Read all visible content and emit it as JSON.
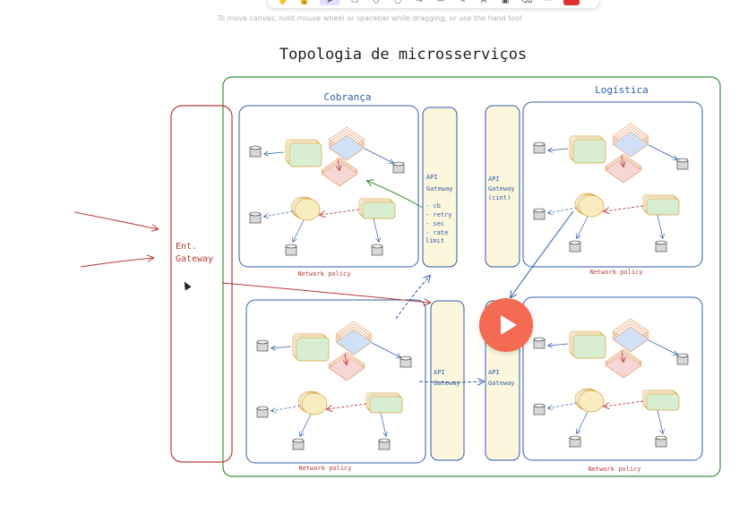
{
  "toolbar": {
    "tools": [
      "hand-tool",
      "lock-tool",
      "selection-tool",
      "rectangle-tool",
      "diamond-tool",
      "ellipse-tool",
      "arrow-tool",
      "line-tool",
      "draw-tool",
      "text-tool",
      "image-tool",
      "eraser-tool",
      "extra-tools",
      "color-swatch"
    ]
  },
  "hint": "To move canvas, hold mouse wheel or spacebar while dragging, or use the hand tool",
  "diagram": {
    "title": "Topologia de microsserviços",
    "gateway_label": [
      "Ent.",
      "Gateway"
    ],
    "quadrants": [
      {
        "name": "Cobrança",
        "policy": "Network policy"
      },
      {
        "name": "Logística",
        "policy": "Network policy"
      },
      {
        "name": "",
        "policy": "Network policy"
      },
      {
        "name": "",
        "policy": "Network policy"
      }
    ],
    "api_gateways": [
      {
        "label": [
          "API",
          "Gateway"
        ],
        "notes": [
          "- cb",
          "- retry",
          "- sec",
          "- rate",
          "  limit"
        ]
      },
      {
        "label": [
          "API",
          "Gateway",
          "(cint)"
        ],
        "notes": []
      },
      {
        "label": [
          "API",
          "Gateway"
        ],
        "notes": []
      },
      {
        "label": [
          "API",
          "Gateway"
        ],
        "notes": []
      }
    ]
  },
  "colors": {
    "green": "#3d8f3d",
    "red": "#b93a3a",
    "blue": "#2f5ea8",
    "gateway_fill": "#fbf6dc",
    "play_button": "#f26b52"
  }
}
